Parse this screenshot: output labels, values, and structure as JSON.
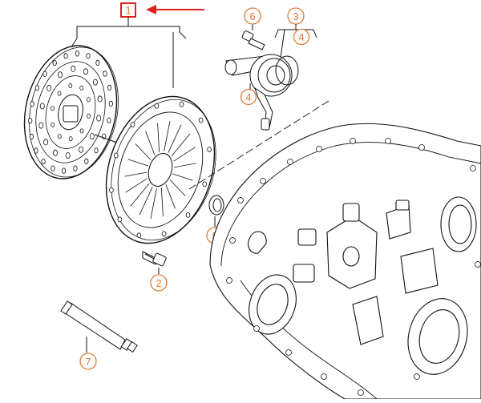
{
  "callouts": {
    "c1": "1",
    "c2": "2",
    "c3": "3",
    "c4a": "4",
    "c4b": "4",
    "c5": "5",
    "c6": "6",
    "c7": "7"
  },
  "colors": {
    "callout": "#e07a38",
    "highlight": "#e11d1d",
    "line": "#111111"
  },
  "icons": {
    "arrow": "arrow-left-icon"
  }
}
